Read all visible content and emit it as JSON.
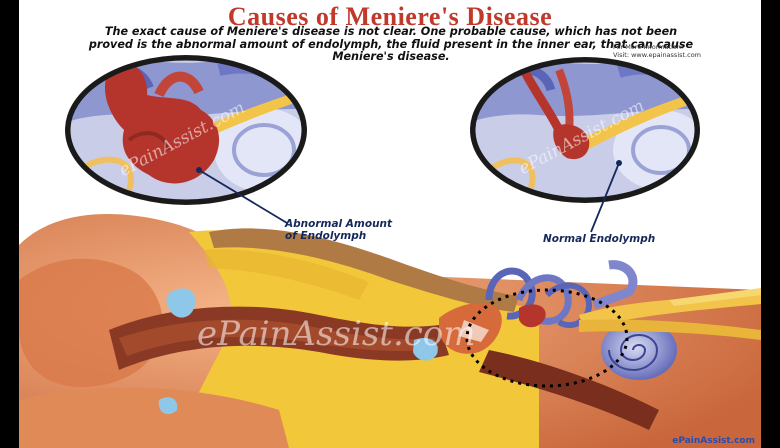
{
  "title": "Causes of Meniere's Disease",
  "description": "The exact cause of Meniere's disease is not clear. One probable cause, which has not been proved is the abnormal amount of endolymph, the fluid present in the inner ear, that can cause Meniere's disease.",
  "more_info": {
    "line1": "For More Information:",
    "line2": "Visit: www.epainassist.com"
  },
  "labels": {
    "abnormal_line1": "Abnormal Amount",
    "abnormal_line2": "of Endolymph",
    "normal": "Normal Endolymph"
  },
  "watermark": "ePainAssist.com",
  "footer": "ePainAssist.com",
  "colors": {
    "title": "#c0392b",
    "label": "#14285a",
    "ear_skin": "#e7915d",
    "bone": "#f2c83a",
    "endolymph": "#b5352d"
  }
}
